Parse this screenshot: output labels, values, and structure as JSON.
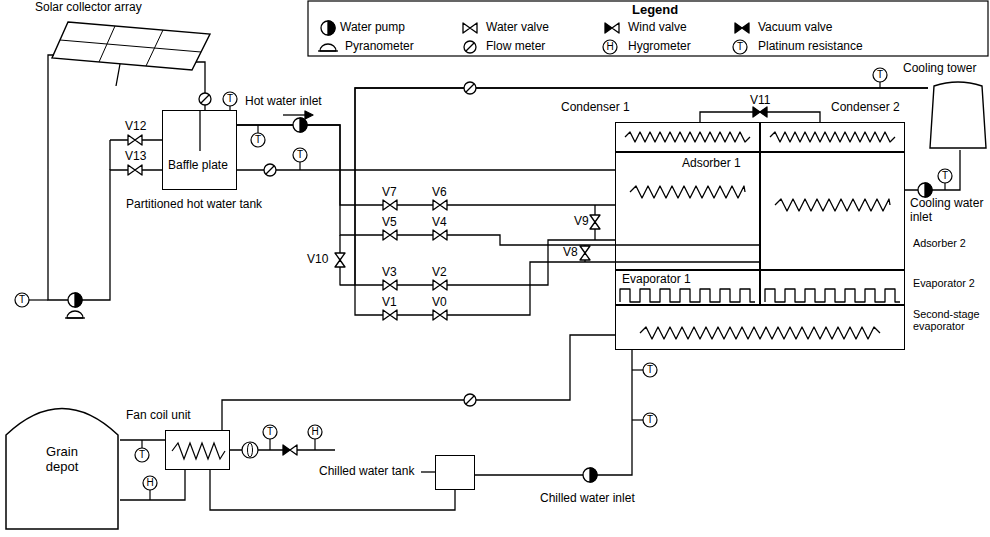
{
  "diagram": {
    "nodes": [
      {
        "text": [
          "Solar collector array"
        ]
      },
      {
        "text": [
          "Baffle plate",
          "Partitioned hot water tank"
        ]
      },
      {
        "text": [
          "Grain depot"
        ]
      },
      {
        "text": [
          "Fan coil unit"
        ]
      },
      {
        "text": [
          "Chilled water tank"
        ]
      },
      {
        "text": [
          "Condenser 1"
        ]
      },
      {
        "text": [
          "Condenser 2"
        ]
      },
      {
        "text": [
          "Adsorber 1"
        ]
      },
      {
        "text": [
          "Adsorber 2"
        ]
      },
      {
        "text": [
          "Evaporator 1"
        ]
      },
      {
        "text": [
          "Evaporator 2"
        ]
      },
      {
        "text": [
          "Second-stage evaporator"
        ]
      },
      {
        "text": [
          "Cooling tower"
        ]
      }
    ],
    "edges": [
      {
        "from": 0,
        "to": 1,
        "arrow": "none"
      },
      {
        "from": 1,
        "to": 0,
        "arrow": "none"
      },
      {
        "from": 1,
        "to": 7,
        "arrow": "none"
      },
      {
        "from": 1,
        "to": 8,
        "arrow": "none"
      },
      {
        "from": 12,
        "to": 7,
        "arrow": "none"
      },
      {
        "from": 12,
        "to": 8,
        "arrow": "none"
      },
      {
        "from": 12,
        "to": 8,
        "arrow": "none"
      },
      {
        "from": 5,
        "to": 6,
        "arrow": "none"
      },
      {
        "from": 4,
        "to": 11,
        "arrow": "none"
      },
      {
        "from": 11,
        "to": 3,
        "arrow": "none"
      },
      {
        "from": 3,
        "to": 4,
        "arrow": "none"
      },
      {
        "from": 3,
        "to": 2,
        "arrow": "none"
      },
      {
        "from": 2,
        "to": 3,
        "arrow": "none"
      },
      {
        "from": 7,
        "to": 1,
        "arrow": "none"
      }
    ],
    "labels": [
      "Legend",
      "T",
      "H",
      "Hot water inlet",
      "Cooling water inlet",
      "Chilled water inlet",
      "V12",
      "V13",
      "V7",
      "V6",
      "V5",
      "V4",
      "V3",
      "V2",
      "V1",
      "V0",
      "V10",
      "V9",
      "V8",
      "V11",
      "T",
      "T",
      "T",
      "T",
      "T",
      "T",
      "T",
      "H",
      "T",
      "H",
      "T",
      "T"
    ],
    "legend": [
      {
        "text": "Water pump"
      },
      {
        "text": "Water valve"
      },
      {
        "text": "Wind valve"
      },
      {
        "text": "Vacuum valve"
      },
      {
        "text": "Pyranometer"
      },
      {
        "text": "Flow meter"
      },
      {
        "text": "Hygrometer"
      },
      {
        "text": "Platinum resistance"
      }
    ]
  }
}
